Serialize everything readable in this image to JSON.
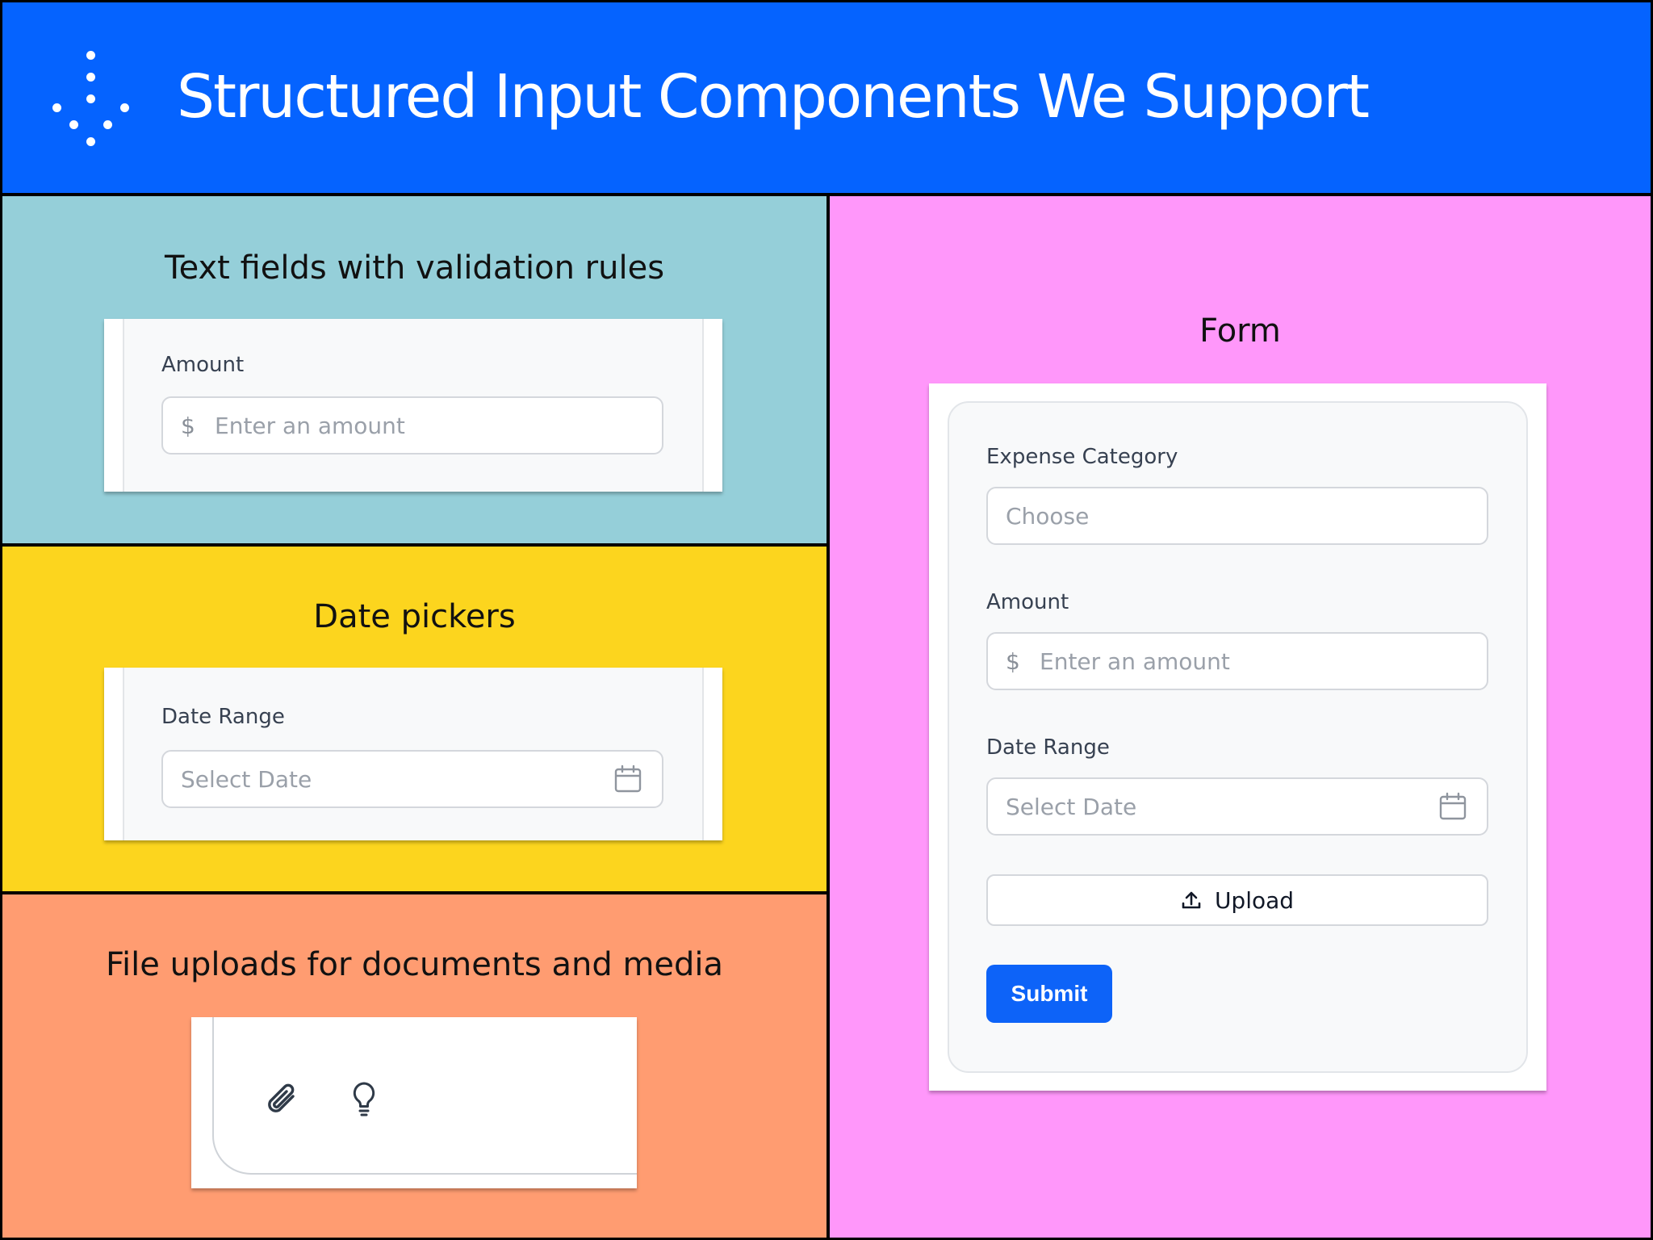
{
  "colors": {
    "header": "#0563FF",
    "text_panel": "#95CFD9",
    "date_panel": "#FCD51E",
    "file_panel": "#FF9C71",
    "form_panel": "#FF97FA",
    "submit": "#0D63F8"
  },
  "header": {
    "title": "Structured Input Components We Support",
    "logo": "dotted-arrow-logo"
  },
  "text_panel": {
    "title": "Text fields with validation rules",
    "label": "Amount",
    "prefix": "$",
    "placeholder": "Enter an amount"
  },
  "date_panel": {
    "title": "Date pickers",
    "label": "Date Range",
    "placeholder": "Select Date",
    "icon": "calendar-icon"
  },
  "file_panel": {
    "title": "File uploads for documents and media",
    "icons": [
      "paperclip-icon",
      "lightbulb-icon"
    ]
  },
  "form_panel": {
    "title": "Form",
    "category_label": "Expense Category",
    "category_placeholder": "Choose",
    "amount_label": "Amount",
    "amount_prefix": "$",
    "amount_placeholder": "Enter an amount",
    "date_label": "Date Range",
    "date_placeholder": "Select Date",
    "upload_label": "Upload",
    "submit_label": "Submit"
  }
}
